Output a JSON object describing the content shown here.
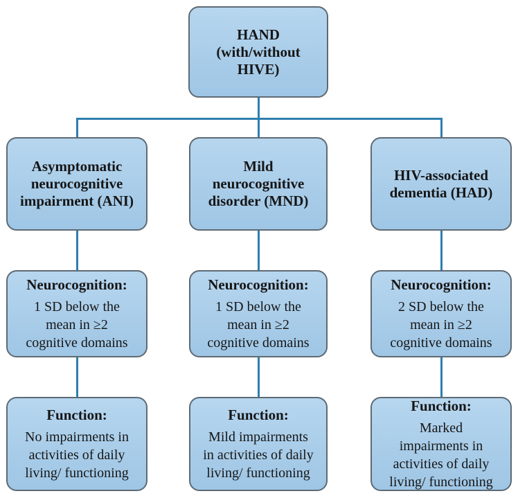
{
  "diagram": {
    "title": "HAND classification flowchart",
    "colors": {
      "box_fill_top": "#b7d6ef",
      "box_fill_bottom": "#9fc6e5",
      "box_border": "#5d6a74",
      "connector": "#2e7fad",
      "text": "#161616",
      "background": "#ffffff"
    },
    "root": {
      "label": "HAND\n(with/without\nHIVE)"
    },
    "columns": [
      {
        "id": "ANI",
        "title": "Asymptomatic\nneurocognitive\nimpairment (ANI)",
        "neurocognition": {
          "heading": "Neurocognition:",
          "body": "1 SD below the\nmean in ≥2\ncognitive domains"
        },
        "function": {
          "heading": "Function:",
          "body": "No impairments in\nactivities of daily\nliving/ functioning"
        }
      },
      {
        "id": "MND",
        "title": "Mild\nneurocognitive\ndisorder (MND)",
        "neurocognition": {
          "heading": "Neurocognition:",
          "body": "1 SD below the\nmean in ≥2\ncognitive domains"
        },
        "function": {
          "heading": "Function:",
          "body": "Mild impairments\nin activities of daily\nliving/ functioning"
        }
      },
      {
        "id": "HAD",
        "title": "HIV-associated\ndementia (HAD)",
        "neurocognition": {
          "heading": "Neurocognition:",
          "body": "2 SD below the\nmean in ≥2\ncognitive domains"
        },
        "function": {
          "heading": "Function:",
          "body": "Marked\nimpairments in\nactivities of daily\nliving/ functioning"
        }
      }
    ]
  }
}
